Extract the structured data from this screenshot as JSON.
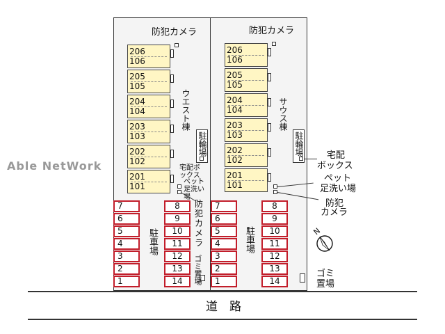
{
  "watermark": "Able NetWork",
  "road": "道　路",
  "west_building": {
    "name": "ウエスト棟",
    "camera": "防犯カメラ",
    "units": [
      {
        "upper": "206",
        "lower": "106"
      },
      {
        "upper": "205",
        "lower": "105"
      },
      {
        "upper": "204",
        "lower": "104"
      },
      {
        "upper": "203",
        "lower": "103"
      },
      {
        "upper": "202",
        "lower": "102"
      },
      {
        "upper": "201",
        "lower": "101"
      }
    ],
    "bicycle_parking": "駐輪場",
    "delivery_box": "宅配ボックス",
    "pet_wash": "ペット足洗い場",
    "camera2": "防犯カメラ",
    "parking": "駐車場",
    "garbage": "ゴミ置場",
    "slots_left": [
      "7",
      "6",
      "5",
      "4",
      "3",
      "2",
      "1"
    ],
    "slots_right": [
      "8",
      "9",
      "10",
      "11",
      "12",
      "13",
      "14"
    ]
  },
  "south_building": {
    "name": "サウス棟",
    "camera": "防犯カメラ",
    "units": [
      {
        "upper": "206",
        "lower": "106"
      },
      {
        "upper": "205",
        "lower": "105"
      },
      {
        "upper": "204",
        "lower": "104"
      },
      {
        "upper": "203",
        "lower": "103"
      },
      {
        "upper": "202",
        "lower": "102"
      },
      {
        "upper": "201",
        "lower": "101"
      }
    ],
    "bicycle_parking": "駐輪場",
    "delivery_box_1": "宅配",
    "delivery_box_2": "ボックス",
    "pet_wash_1": "ペット",
    "pet_wash_2": "足洗い場",
    "camera2_1": "防犯",
    "camera2_2": "カメラ",
    "parking": "駐車場",
    "garbage_1": "ゴミ",
    "garbage_2": "置場",
    "slots_left": [
      "7",
      "6",
      "5",
      "4",
      "3",
      "2",
      "1"
    ],
    "slots_right": [
      "8",
      "9",
      "10",
      "11",
      "12",
      "13",
      "14"
    ]
  },
  "compass": "N",
  "colors": {
    "parking_border": "#c21d2a",
    "unit_fill": "#fff6c4",
    "site_fill": "#f4f4f4"
  }
}
